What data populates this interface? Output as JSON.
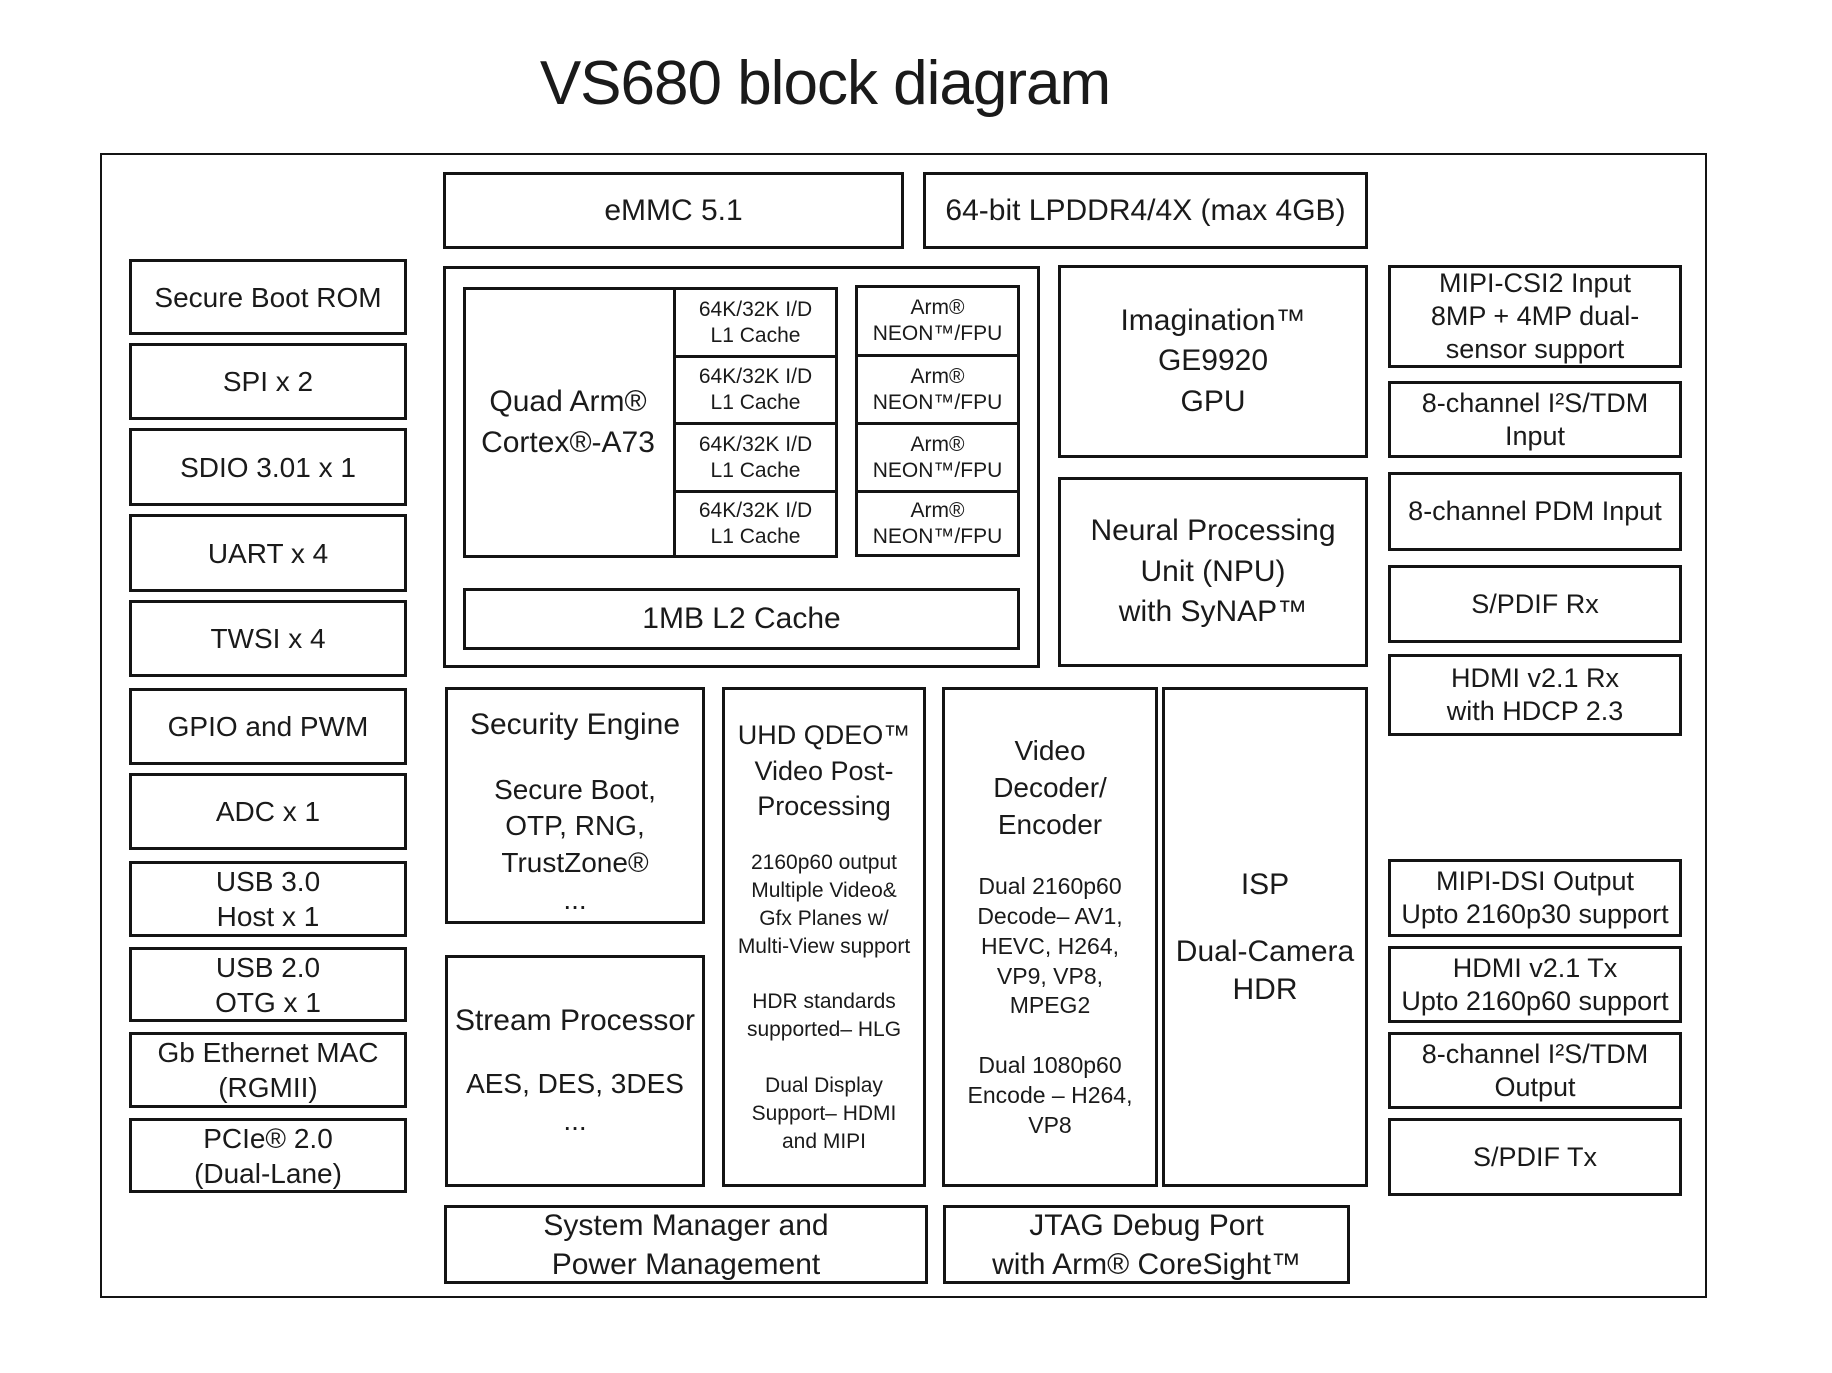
{
  "title": "VS680 block diagram",
  "memory": {
    "emmc": "eMMC 5.1",
    "dram": "64-bit LPDDR4/4X (max 4GB)"
  },
  "left_blocks": [
    "Secure Boot ROM",
    "SPI x 2",
    "SDIO 3.01 x 1",
    "UART x 4",
    "TWSI x 4",
    "GPIO and PWM",
    "ADC x 1",
    "USB 3.0\nHost x 1",
    "USB 2.0\nOTG x 1",
    "Gb Ethernet MAC\n(RGMII)",
    "PCIe® 2.0\n(Dual-Lane)"
  ],
  "cpu": {
    "core": "Quad Arm®\nCortex®-A73",
    "l1_caches": [
      "64K/32K I/D\nL1 Cache",
      "64K/32K I/D\nL1 Cache",
      "64K/32K I/D\nL1 Cache",
      "64K/32K I/D\nL1 Cache"
    ],
    "neon_fpus": [
      "Arm®\nNEON™/FPU",
      "Arm®\nNEON™/FPU",
      "Arm®\nNEON™/FPU",
      "Arm®\nNEON™/FPU"
    ],
    "l2_cache": "1MB L2 Cache"
  },
  "gpu": "Imagination™\nGE9920\nGPU",
  "npu": "Neural Processing\nUnit (NPU)\nwith SyNAP™",
  "security_engine": {
    "heading": "Security Engine",
    "body": "Secure Boot,\nOTP, RNG,\nTrustZone®\n..."
  },
  "stream_processor": {
    "heading": "Stream Processor",
    "body": "AES, DES, 3DES\n..."
  },
  "video_post_processing": {
    "heading": "UHD QDEO™\nVideo Post-\nProcessing",
    "body": "2160p60 output\nMultiple Video&\nGfx Planes w/\nMulti-View support\n\nHDR standards\nsupported– HLG\n\nDual Display\nSupport– HDMI\nand MIPI"
  },
  "video_codec": {
    "heading": "Video\nDecoder/\nEncoder",
    "body": "Dual 2160p60\nDecode– AV1,\nHEVC, H264,\nVP9, VP8,\nMPEG2\n\nDual 1080p60\nEncode – H264,\nVP8"
  },
  "isp": {
    "heading": "ISP",
    "body": "Dual-Camera\nHDR"
  },
  "right_blocks": [
    "MIPI-CSI2 Input\n8MP + 4MP dual-\nsensor support",
    "8-channel I²S/TDM\nInput",
    "8-channel PDM Input",
    "S/PDIF Rx",
    "HDMI v2.1 Rx\nwith HDCP 2.3",
    "MIPI-DSI Output\nUpto 2160p30 support",
    "HDMI v2.1 Tx\nUpto 2160p60 support",
    "8-channel I²S/TDM\nOutput",
    "S/PDIF Tx"
  ],
  "system": {
    "manager": "System Manager and\nPower Management",
    "jtag": "JTAG Debug Port\nwith Arm® CoreSight™"
  }
}
